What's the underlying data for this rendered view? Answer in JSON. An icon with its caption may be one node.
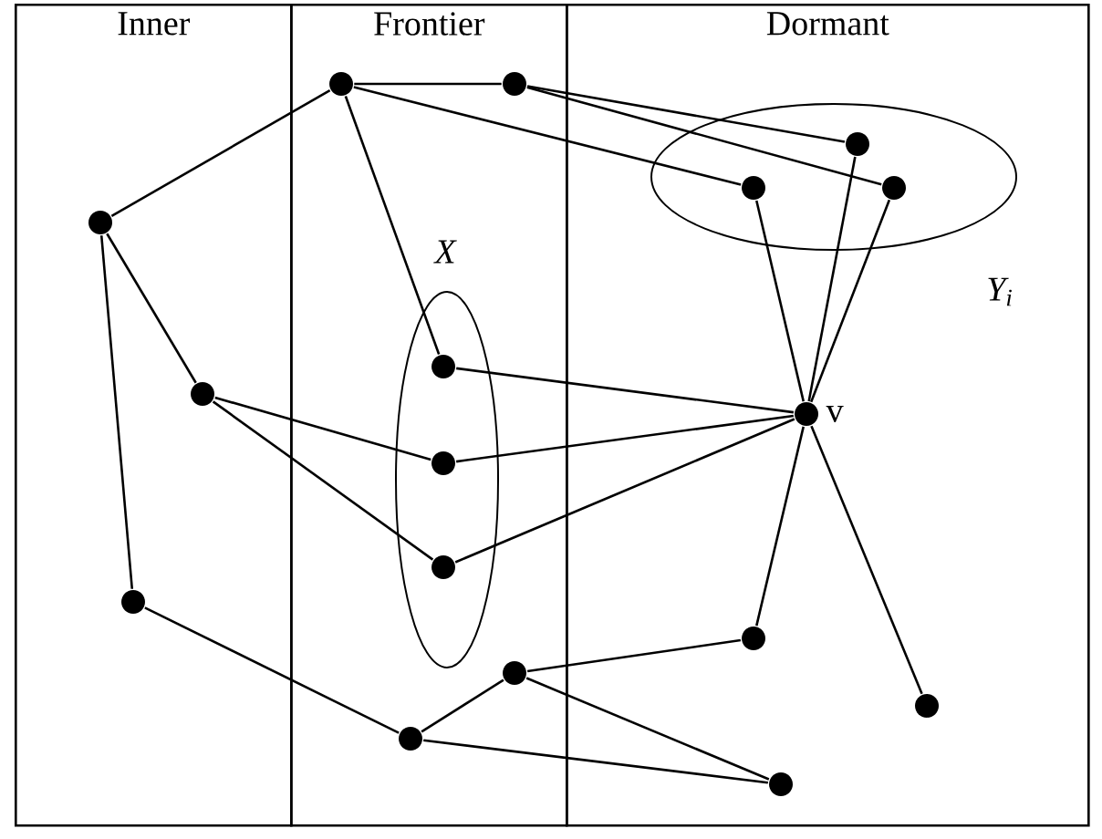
{
  "diagram": {
    "nodes": [
      {
        "text": [
          "Inner"
        ]
      },
      {
        "text": [
          "Frontier"
        ]
      },
      {
        "text": [
          "Dormant"
        ]
      },
      {
        "text": [
          "X"
        ],
        "in": 1
      },
      {
        "text": [
          "Y$_{i}$"
        ],
        "in": 2
      },
      {
        "text": [],
        "shape": "circle",
        "in": 1
      },
      {
        "text": [],
        "shape": "circle",
        "in": 1
      },
      {
        "text": [],
        "shape": "circle",
        "in": 4
      },
      {
        "text": [],
        "shape": "circle",
        "in": 4
      },
      {
        "text": [],
        "shape": "circle",
        "in": 4
      },
      {
        "text": [],
        "shape": "circle",
        "in": 0
      },
      {
        "text": [],
        "shape": "circle",
        "in": 3
      },
      {
        "text": [],
        "shape": "circle",
        "in": 0
      },
      {
        "text": [],
        "shape": "circle",
        "in": 2,
        "beside": [
          "v"
        ]
      },
      {
        "text": [],
        "shape": "circle",
        "in": 3
      },
      {
        "text": [],
        "shape": "circle",
        "in": 3
      },
      {
        "text": [],
        "shape": "circle",
        "in": 0
      },
      {
        "text": [],
        "shape": "circle",
        "in": 2
      },
      {
        "text": [],
        "shape": "circle",
        "in": 1
      },
      {
        "text": [],
        "shape": "circle",
        "in": 2
      },
      {
        "text": [],
        "shape": "circle",
        "in": 1
      },
      {
        "text": [],
        "shape": "circle",
        "in": 2
      }
    ],
    "edges": [
      {
        "from": 5,
        "to": 6,
        "arrow": "none"
      },
      {
        "from": 5,
        "to": 10,
        "arrow": "none"
      },
      {
        "from": 5,
        "to": 11,
        "arrow": "none"
      },
      {
        "from": 5,
        "to": 8,
        "arrow": "none"
      },
      {
        "from": 6,
        "to": 7,
        "arrow": "none"
      },
      {
        "from": 6,
        "to": 9,
        "arrow": "none"
      },
      {
        "from": 10,
        "to": 12,
        "arrow": "none"
      },
      {
        "from": 10,
        "to": 16,
        "arrow": "none"
      },
      {
        "from": 12,
        "to": 14,
        "arrow": "none"
      },
      {
        "from": 12,
        "to": 15,
        "arrow": "none"
      },
      {
        "from": 11,
        "to": 13,
        "arrow": "none"
      },
      {
        "from": 14,
        "to": 13,
        "arrow": "none"
      },
      {
        "from": 15,
        "to": 13,
        "arrow": "none"
      },
      {
        "from": 7,
        "to": 13,
        "arrow": "none"
      },
      {
        "from": 8,
        "to": 13,
        "arrow": "none"
      },
      {
        "from": 9,
        "to": 13,
        "arrow": "none"
      },
      {
        "from": 13,
        "to": 17,
        "arrow": "none"
      },
      {
        "from": 13,
        "to": 19,
        "arrow": "none"
      },
      {
        "from": 16,
        "to": 20,
        "arrow": "none"
      },
      {
        "from": 20,
        "to": 18,
        "arrow": "none"
      },
      {
        "from": 20,
        "to": 21,
        "arrow": "none"
      },
      {
        "from": 18,
        "to": 17,
        "arrow": "none"
      },
      {
        "from": 18,
        "to": 21,
        "arrow": "none"
      }
    ]
  }
}
